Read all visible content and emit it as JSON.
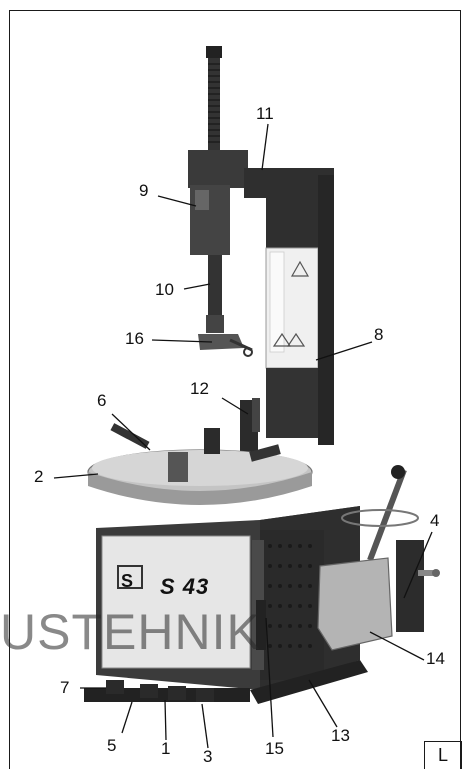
{
  "diagram": {
    "machine_label": "S 43",
    "brand_mark": "S",
    "callouts": [
      "1",
      "2",
      "3",
      "4",
      "5",
      "6",
      "7",
      "8",
      "9",
      "10",
      "11",
      "12",
      "13",
      "14",
      "15",
      "16"
    ],
    "corner_label": "L",
    "watermark": "USTEHNIK"
  },
  "colors": {
    "body_dark": "#3b3b3b",
    "panel_light": "#e6e6e6",
    "column_light": "#f0f0f0",
    "turntable": "#bdbdbd",
    "base_shadow": "#2a2a2a"
  }
}
